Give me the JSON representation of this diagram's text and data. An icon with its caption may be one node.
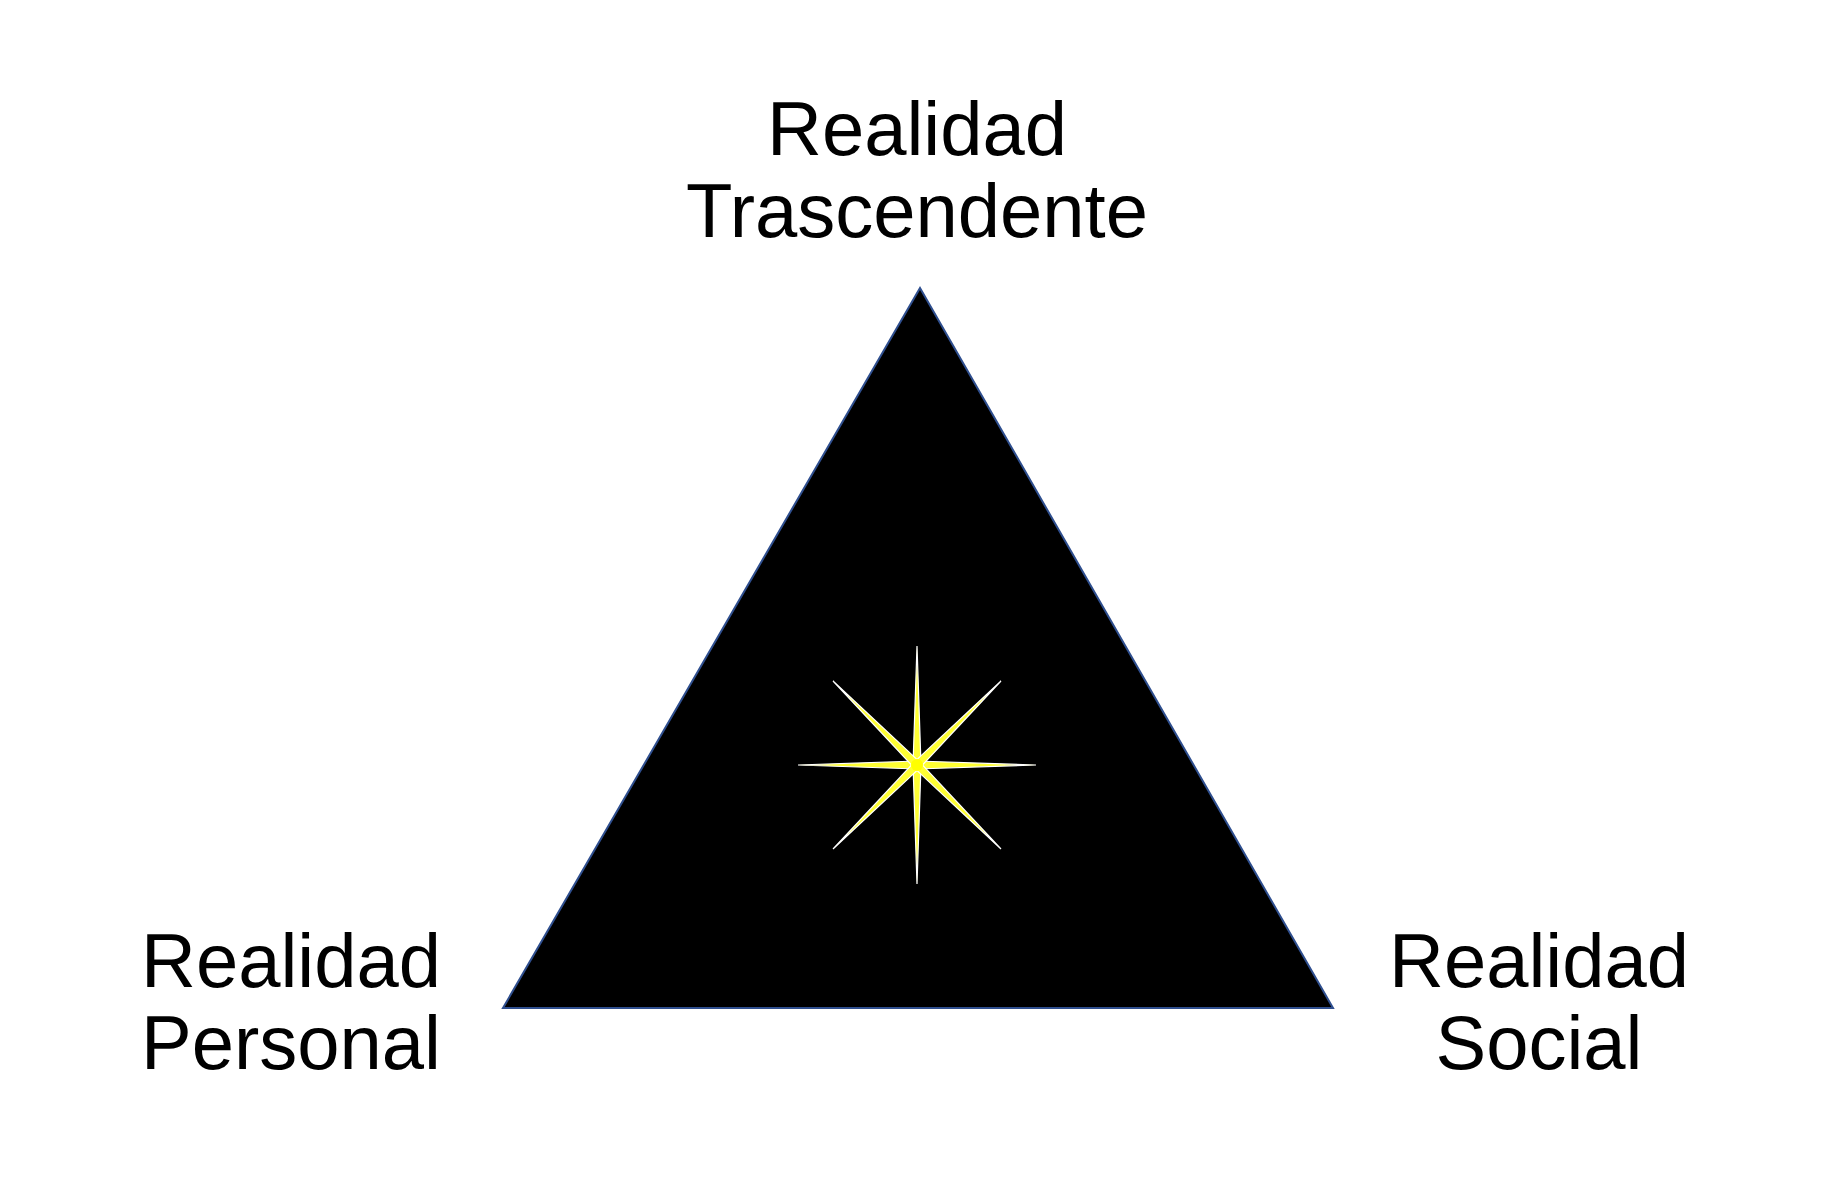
{
  "diagram": {
    "nodes": [
      {
        "text": [],
        "shape": "triangle",
        "beside": [
          "Realidad Trascendente",
          "Realidad Personal",
          "Realidad Social"
        ]
      }
    ]
  }
}
